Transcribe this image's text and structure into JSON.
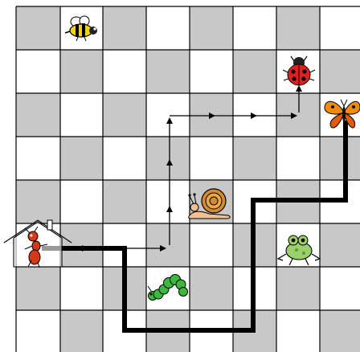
{
  "board": {
    "columns": 9,
    "rows": 8,
    "dark_color": "#c8c8c8",
    "light_color": "#ffffff",
    "line_color": "#000000",
    "path_color": "#000000",
    "arrow_color": "#000000"
  },
  "pieces": [
    {
      "name": "bee",
      "icon": "bee-icon"
    },
    {
      "name": "ladybug",
      "icon": "ladybug-icon"
    },
    {
      "name": "butterfly",
      "icon": "butterfly-icon"
    },
    {
      "name": "snail",
      "icon": "snail-icon"
    },
    {
      "name": "frog",
      "icon": "frog-icon"
    },
    {
      "name": "caterpillar",
      "icon": "caterpillar-icon"
    },
    {
      "name": "ant",
      "icon": "ant-icon"
    },
    {
      "name": "ant-house",
      "icon": "house-icon"
    }
  ]
}
